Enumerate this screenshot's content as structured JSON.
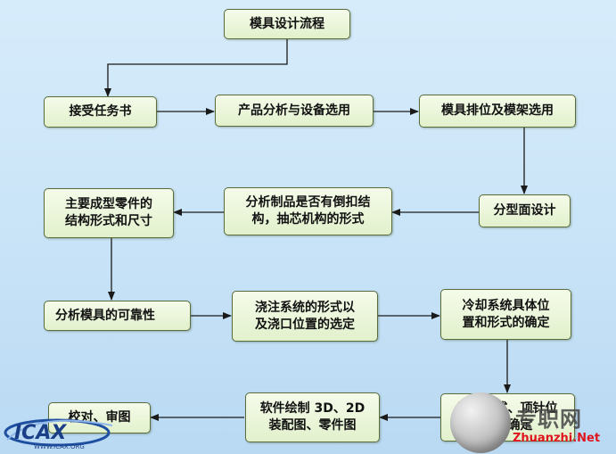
{
  "nodes": {
    "mold_design_process": "模具设计流程",
    "receive_task": "接受任务书",
    "product_analysis": "产品分析与设备选用",
    "mold_layout": "模具排位及模架选用",
    "parting_surface": "分型面设计",
    "undercut_analysis": "分析制品是否有倒扣结\n构，抽芯机构的形式",
    "main_parts_structure": "主要成型零件的\n结构形式和尺寸",
    "reliability_analysis": "分析模具的可靠性",
    "gating_system": "浇注系统的形式以\n及浇口位置的选定",
    "cooling_system": "冷却系统具体位\n置和形式的确定",
    "ejection_system": "顶出形式、顶针位\n置的确定",
    "software_drawing": "软件绘制 3D、2D\n装配图、零件图",
    "review_drawing": "校对、审图"
  },
  "logo": {
    "text": "ICAX",
    "url": "WWW.ICAX.ORG"
  },
  "watermark": {
    "cn": "专职网",
    "en": "Zhuanzhi.Net"
  }
}
